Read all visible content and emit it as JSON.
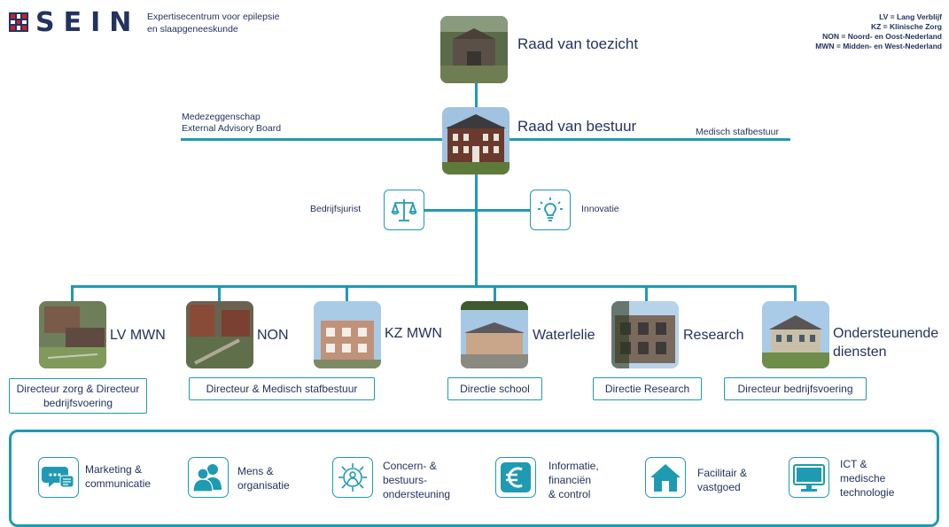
{
  "header": {
    "logo_text": "SEIN",
    "tagline_line1": "Expertisecentrum voor epilepsie",
    "tagline_line2": "en slaapgeneeskunde"
  },
  "legend": [
    "LV = Lang Verblijf",
    "KZ = Klinische Zorg",
    "NON = Noord- en Oost-Nederland",
    "MWN = Midden- en West-Nederland"
  ],
  "top": {
    "supervisory_board": "Raad van toezicht",
    "executive_board": "Raad van bestuur",
    "left_line1": "Medezeggenschap",
    "left_line2": "External Advisory Board",
    "right_label": "Medisch stafbestuur"
  },
  "staff": {
    "legal": "Bedrijfsjurist",
    "innovation": "Innovatie"
  },
  "divisions": [
    {
      "label": "LV MWN",
      "box": "Directeur zorg & Directeur bedrijfsvoering"
    },
    {
      "label": "NON",
      "box": "Directeur & Medisch stafbestuur"
    },
    {
      "label": "KZ MWN",
      "box": ""
    },
    {
      "label": "Waterlelie",
      "box": "Directie school"
    },
    {
      "label": "Research",
      "box": "Directie Research"
    },
    {
      "label": "Ondersteunende diensten",
      "box": "Directeur bedrijfsvoering"
    }
  ],
  "services": [
    {
      "line1": "Marketing &",
      "line2": "communicatie",
      "line3": "",
      "icon": "chat-icon"
    },
    {
      "line1": "Mens &",
      "line2": "organisatie",
      "line3": "",
      "icon": "people-icon"
    },
    {
      "line1": "Concern- &",
      "line2": "bestuurs-",
      "line3": "ondersteuning",
      "icon": "gear-icon"
    },
    {
      "line1": "Informatie,",
      "line2": "financiën",
      "line3": "& control",
      "icon": "euro-icon"
    },
    {
      "line1": "Facilitair &",
      "line2": "vastgoed",
      "line3": "",
      "icon": "house-icon"
    },
    {
      "line1": "ICT &",
      "line2": "medische",
      "line3": "technologie",
      "icon": "monitor-icon"
    }
  ],
  "colors": {
    "accent": "#1f9ab3",
    "navy": "#23335f",
    "brand_red": "#c8202f"
  }
}
